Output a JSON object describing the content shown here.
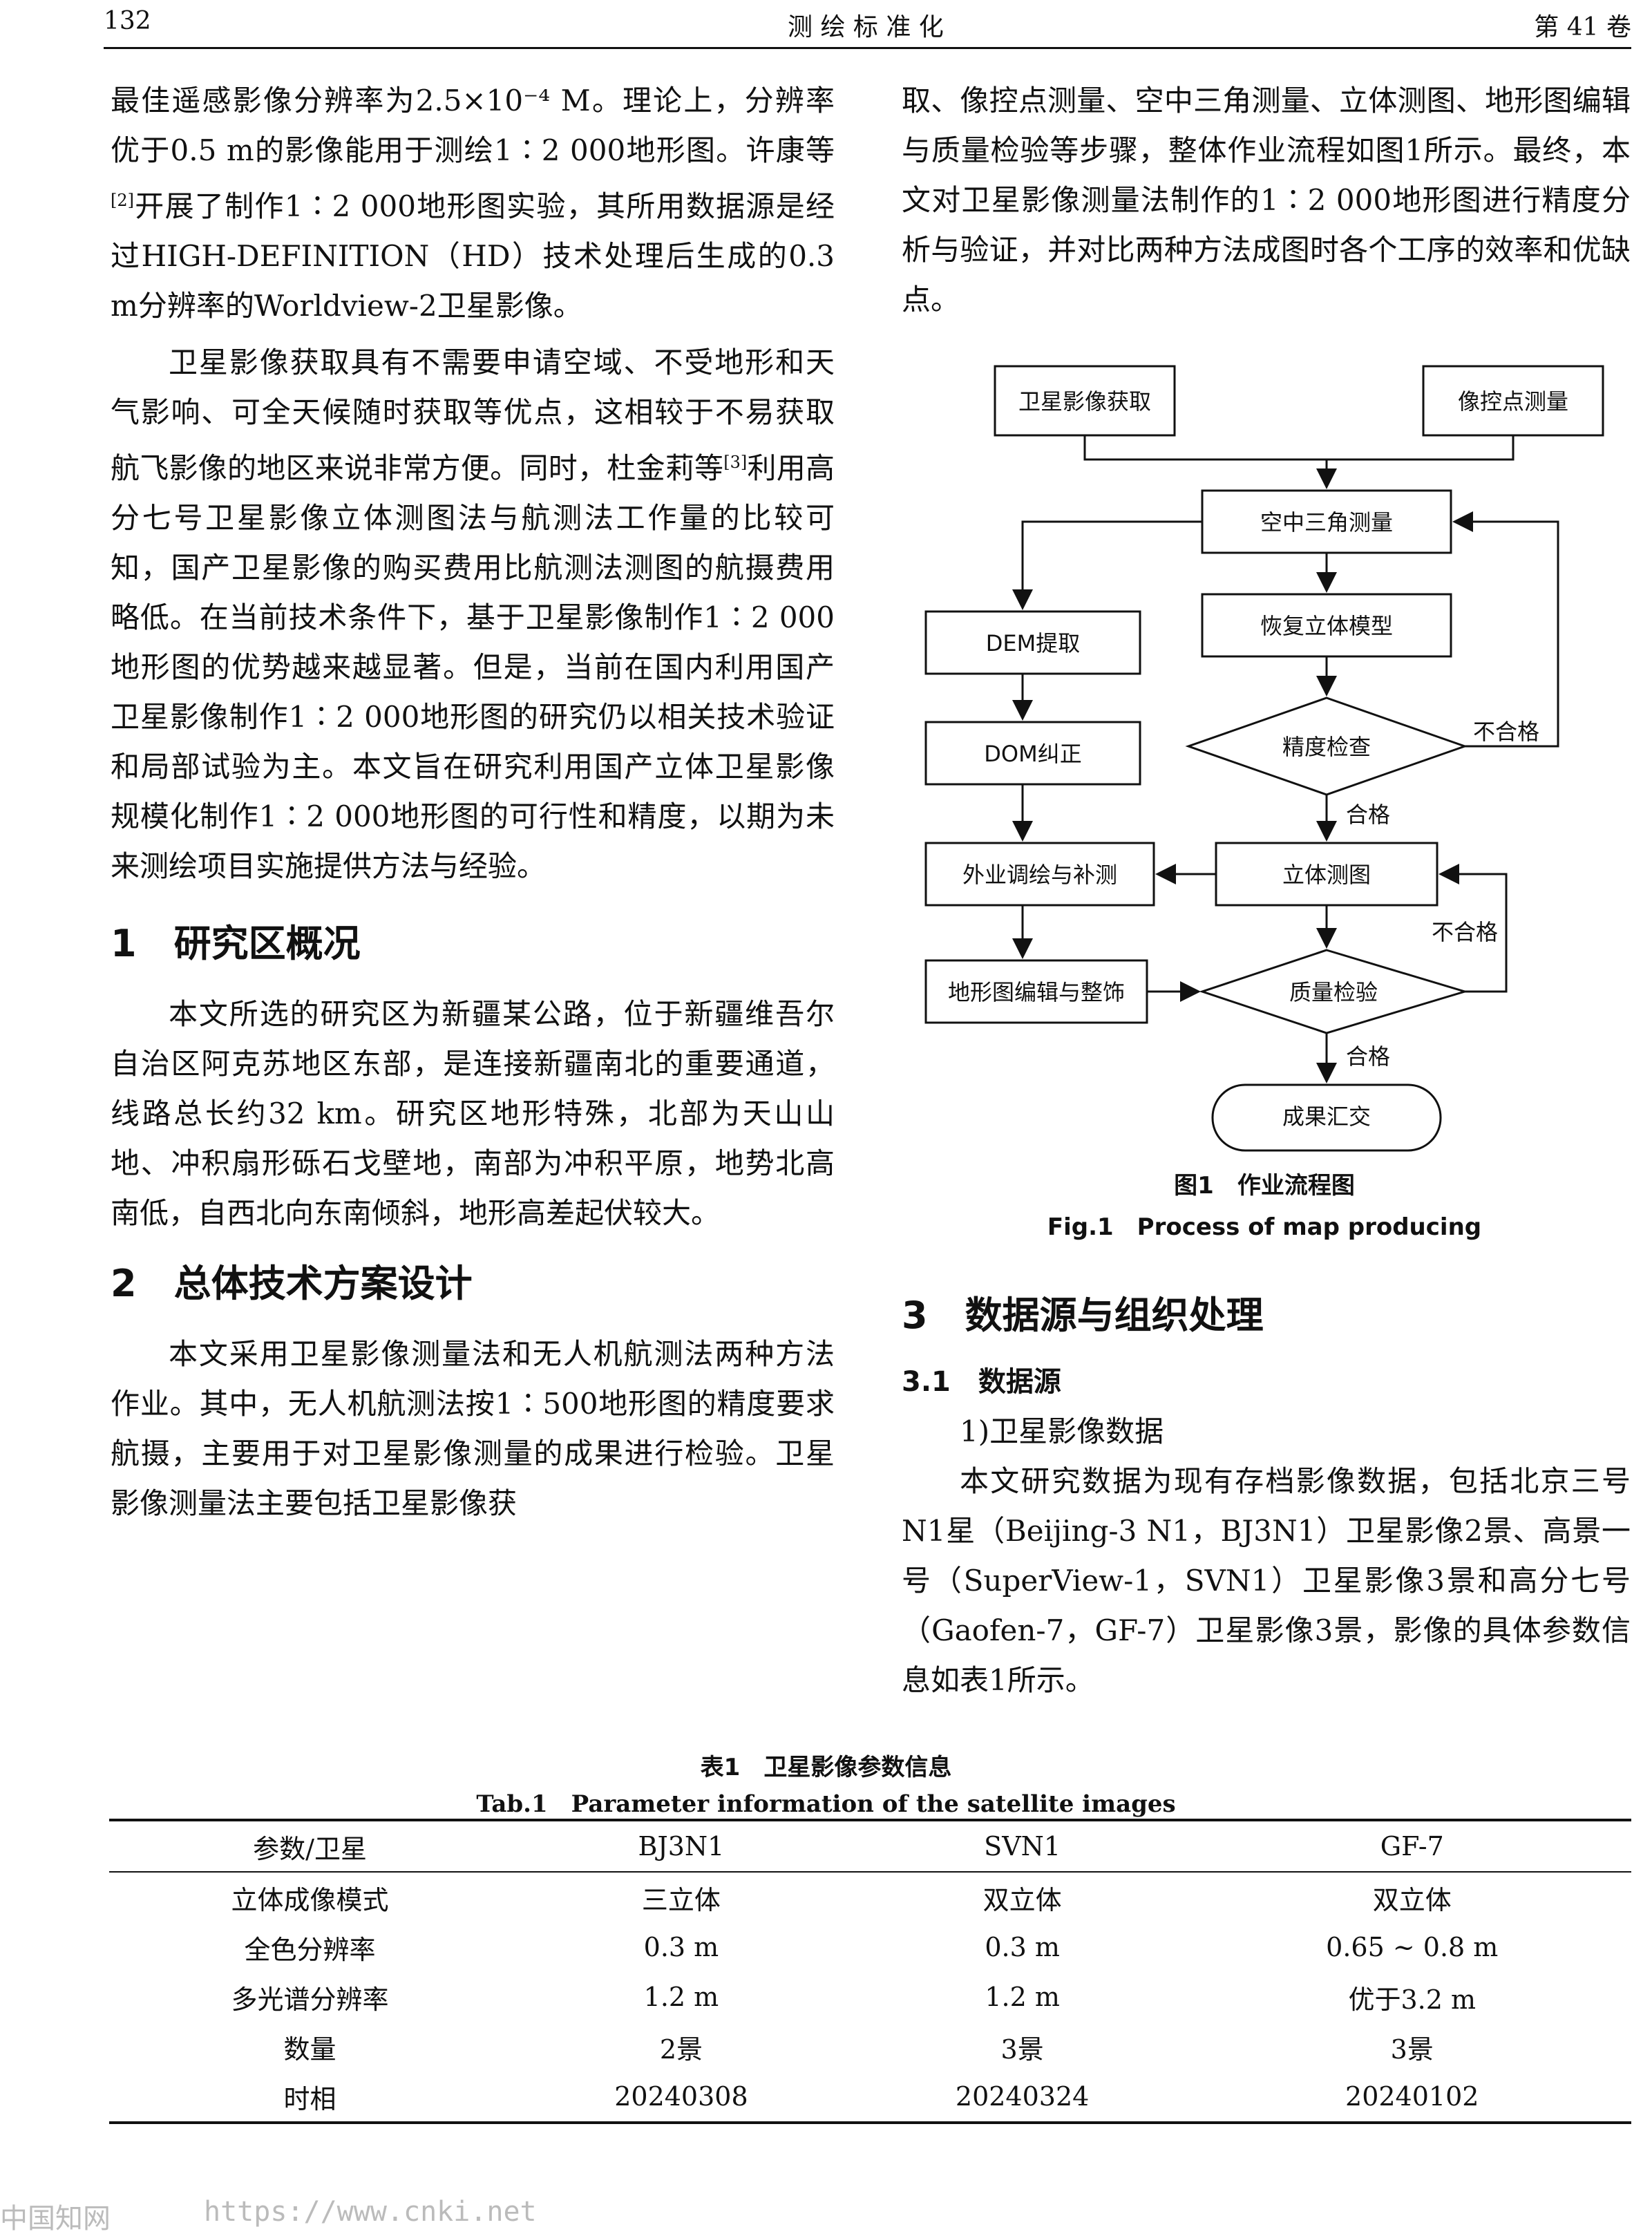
{
  "header": {
    "page": "132",
    "journal": "测 绘 标 准 化",
    "volume": "第 41 卷"
  },
  "left": {
    "p1": "最佳遥感影像分辨率为2.5×10⁻⁴ M。理论上，分辨率优于0.5 m的影像能用于测绘1∶2 000地形图。许康等",
    "p1_ref": "[2]",
    "p1b": "开展了制作1∶2 000地形图实验，其所用数据源是经过HIGH-DEFINITION（HD）技术处理后生成的0.3 m分辨率的Worldview-2卫星影像。",
    "p2a": "卫星影像获取具有不需要申请空域、不受地形和天气影响、可全天候随时获取等优点，这相较于不易获取航飞影像的地区来说非常方便。同时，杜金莉等",
    "p2_ref": "[3]",
    "p2b": "利用高分七号卫星影像立体测图法与航测法工作量的比较可知，国产卫星影像的购买费用比航测法测图的航摄费用略低。在当前技术条件下，基于卫星影像制作1∶2 000地形图的优势越来越显著。但是，当前在国内利用国产卫星影像制作1∶2 000地形图的研究仍以相关技术验证和局部试验为主。本文旨在研究利用国产立体卫星影像规模化制作1∶2 000地形图的可行性和精度，以期为未来测绘项目实施提供方法与经验。",
    "s1": "1　研究区概况",
    "p3": "本文所选的研究区为新疆某公路，位于新疆维吾尔自治区阿克苏地区东部，是连接新疆南北的重要通道，线路总长约32 km。研究区地形特殊，北部为天山山地、冲积扇形砾石戈壁地，南部为冲积平原，地势北高南低，自西北向东南倾斜，地形高差起伏较大。",
    "s2": "2　总体技术方案设计",
    "p4": "本文采用卫星影像测量法和无人机航测法两种方法作业。其中，无人机航测法按1∶500地形图的精度要求航摄，主要用于对卫星影像测量的成果进行检验。卫星影像测量法主要包括卫星影像获"
  },
  "right": {
    "p1": "取、像控点测量、空中三角测量、立体测图、地形图编辑与质量检验等步骤，整体作业流程如图1所示。最终，本文对卫星影像测量法制作的1∶2 000地形图进行精度分析与验证，并对比两种方法成图时各个工序的效率和优缺点。",
    "fig_cap_cn": "图1　作业流程图",
    "fig_cap_en": "Fig.1　Process of map producing",
    "s3": "3　数据源与组织处理",
    "s31": "3.1　数据源",
    "item1": "1)卫星影像数据",
    "p2": "本文研究数据为现有存档影像数据，包括北京三号N1星（Beijing-3 N1，BJ3N1）卫星影像2景、高景一号（SuperView-1，SVN1）卫星影像3景和高分七号（Gaofen-7，GF-7）卫星影像3景，影像的具体参数信息如表1所示。"
  },
  "flow": {
    "sat": "卫星影像获取",
    "gcp": "像控点测量",
    "aero": "空中三角测量",
    "restore": "恢复立体模型",
    "dem": "DEM提取",
    "dom": "DOM纠正",
    "precision": "精度检查",
    "fail": "不合格",
    "pass": "合格",
    "field": "外业调绘与补测",
    "stereo": "立体测图",
    "edit": "地形图编辑与整饰",
    "qc": "质量检验",
    "fail2": "不合格",
    "pass2": "合格",
    "result": "成果汇交"
  },
  "table": {
    "cap_cn": "表1　卫星影像参数信息",
    "cap_en": "Tab.1　Parameter information of the satellite images",
    "head": [
      "参数/卫星",
      "BJ3N1",
      "SVN1",
      "GF-7"
    ],
    "rows": [
      [
        "立体成像模式",
        "三立体",
        "双立体",
        "双立体"
      ],
      [
        "全色分辨率",
        "0.3 m",
        "0.3 m",
        "0.65 ~ 0.8 m"
      ],
      [
        "多光谱分辨率",
        "1.2 m",
        "1.2 m",
        "优于3.2 m"
      ],
      [
        "数量",
        "2景",
        "3景",
        "3景"
      ],
      [
        "时相",
        "20240308",
        "20240324",
        "20240102"
      ]
    ]
  },
  "watermark": {
    "cnki": "中国知网",
    "url": "https://www.cnki.net"
  }
}
